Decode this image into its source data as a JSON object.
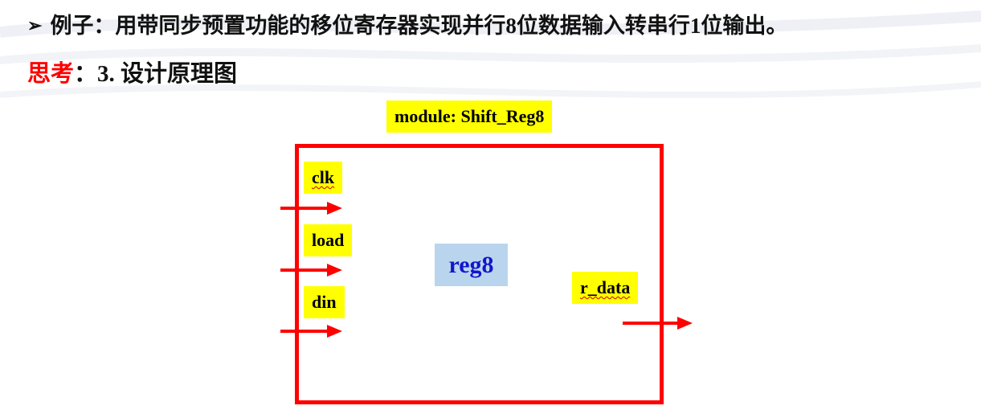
{
  "slide": {
    "heading_bullet": "➢",
    "heading": "例子：用带同步预置功能的移位寄存器实现并行8位数据输入转串行1位输出。",
    "think_label": "思考",
    "think_rest": "：3. 设计原理图"
  },
  "diagram": {
    "module_label": "module: Shift_Reg8",
    "center_label": "reg8",
    "inputs": [
      "clk",
      "load",
      "din"
    ],
    "output": "r_data",
    "colors": {
      "border": "#ff0000",
      "tag_background": "#ffff00",
      "center_fill": "#b9d5ee",
      "center_text": "#1515cc",
      "arrow": "#ff0000"
    }
  }
}
